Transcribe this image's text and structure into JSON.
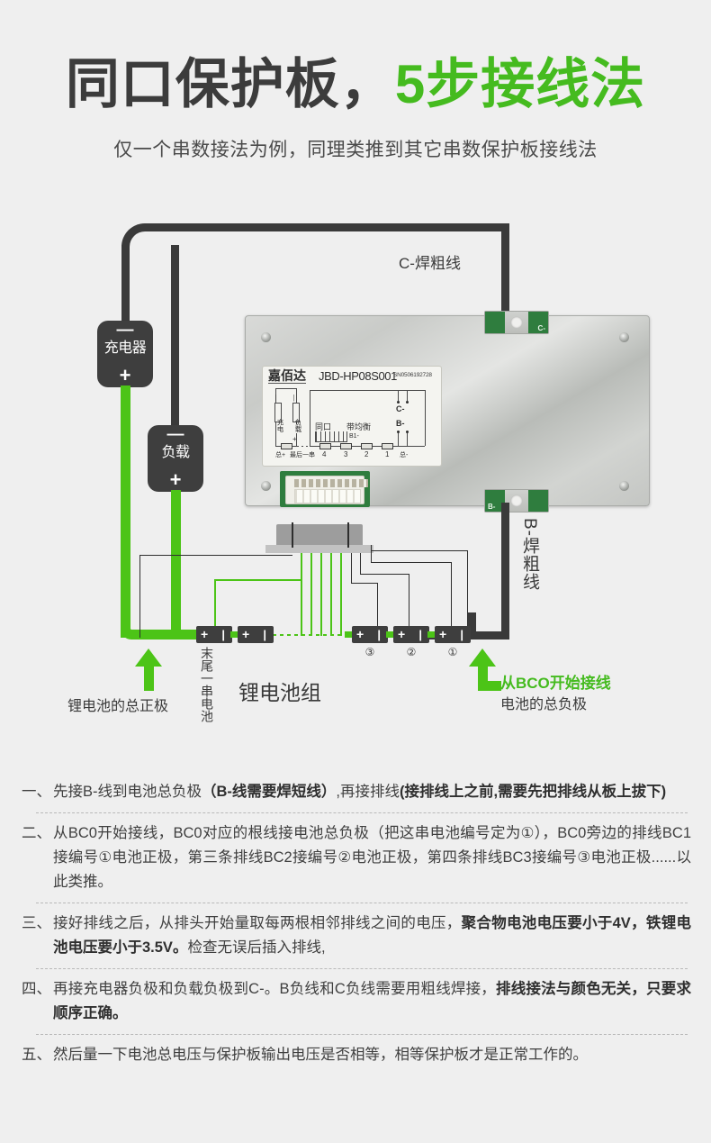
{
  "header": {
    "title_dark": "同口保护板，",
    "title_green": "5步接线法",
    "subtitle": "仅一个串数接法为例，同理类推到其它串数保护板接线法"
  },
  "diagram": {
    "charger": {
      "name": "充电器",
      "minus": "—",
      "plus": "+"
    },
    "load": {
      "name": "负载",
      "minus": "—",
      "plus": "+"
    },
    "c_wire_label": "C-焊粗线",
    "b_wire_label": "B-焊粗线",
    "pack_label": "锂电池组",
    "tail_cell_label": "末尾一串电池",
    "total_positive_label": "锂电池的总正极",
    "start_bco_label": "从BCO开始接线",
    "total_negative_label": "电池的总负极",
    "board": {
      "brand": "嘉佰达",
      "model": "JBD-HP08S001",
      "sn": "SN0506192728",
      "schematic": {
        "charge": "充电",
        "load": "负载",
        "same_port": "同口",
        "with_balance": "带均衡",
        "b1_minus": "B1-",
        "c_minus": "C-",
        "b_minus": "B-",
        "total_plus": "总+",
        "last_string": "最后一串",
        "taps": [
          "4",
          "3",
          "2",
          "1"
        ],
        "total_minus": "总-"
      },
      "pad_top_label": "C-",
      "pad_bottom_label": "B-"
    },
    "cells": [
      {
        "plus": "+",
        "minus": "|",
        "num": ""
      },
      {
        "plus": "+",
        "minus": "|",
        "num": ""
      },
      {
        "plus": "+",
        "minus": "|",
        "num": "③"
      },
      {
        "plus": "+",
        "minus": "|",
        "num": "②"
      },
      {
        "plus": "+",
        "minus": "|",
        "num": "①"
      }
    ]
  },
  "steps": [
    {
      "num": "一、",
      "html": "先接B-线到电池总负极<b>（B-线需要焊短线）</b>,再接排线<b>(接排线上之前,需要先把排线从板上拔下)</b>"
    },
    {
      "num": "二、",
      "html": "从BC0开始接线，BC0对应的根线接电池总负极（把这串电池编号定为①），BC0旁边的排线BC1接编号①电池正极，第三条排线BC2接编号②电池正极，第四条排线BC3接编号③电池正极......以此类推。"
    },
    {
      "num": "三、",
      "html": "接好排线之后，从排头开始量取每两根相邻排线之间的电压，<b>聚合物电池电压要小于4V，铁锂电池电压要小于3.5V。</b>检查无误后插入排线,"
    },
    {
      "num": "四、",
      "html": "再接充电器负极和负载负极到C-。B负线和C负线需要用粗线焊接，<b>排线接法与颜色无关，只要求顺序正确。</b>"
    },
    {
      "num": "五、",
      "html": "然后量一下电池总电压与保护板输出电压是否相等，相等保护板才是正常工作的。"
    }
  ],
  "colors": {
    "background": "#efefef",
    "accent_green": "#45bb1f",
    "wire_green": "#4cc417",
    "wire_black": "#3a3a3a",
    "text_dark": "#3a3a3a"
  }
}
